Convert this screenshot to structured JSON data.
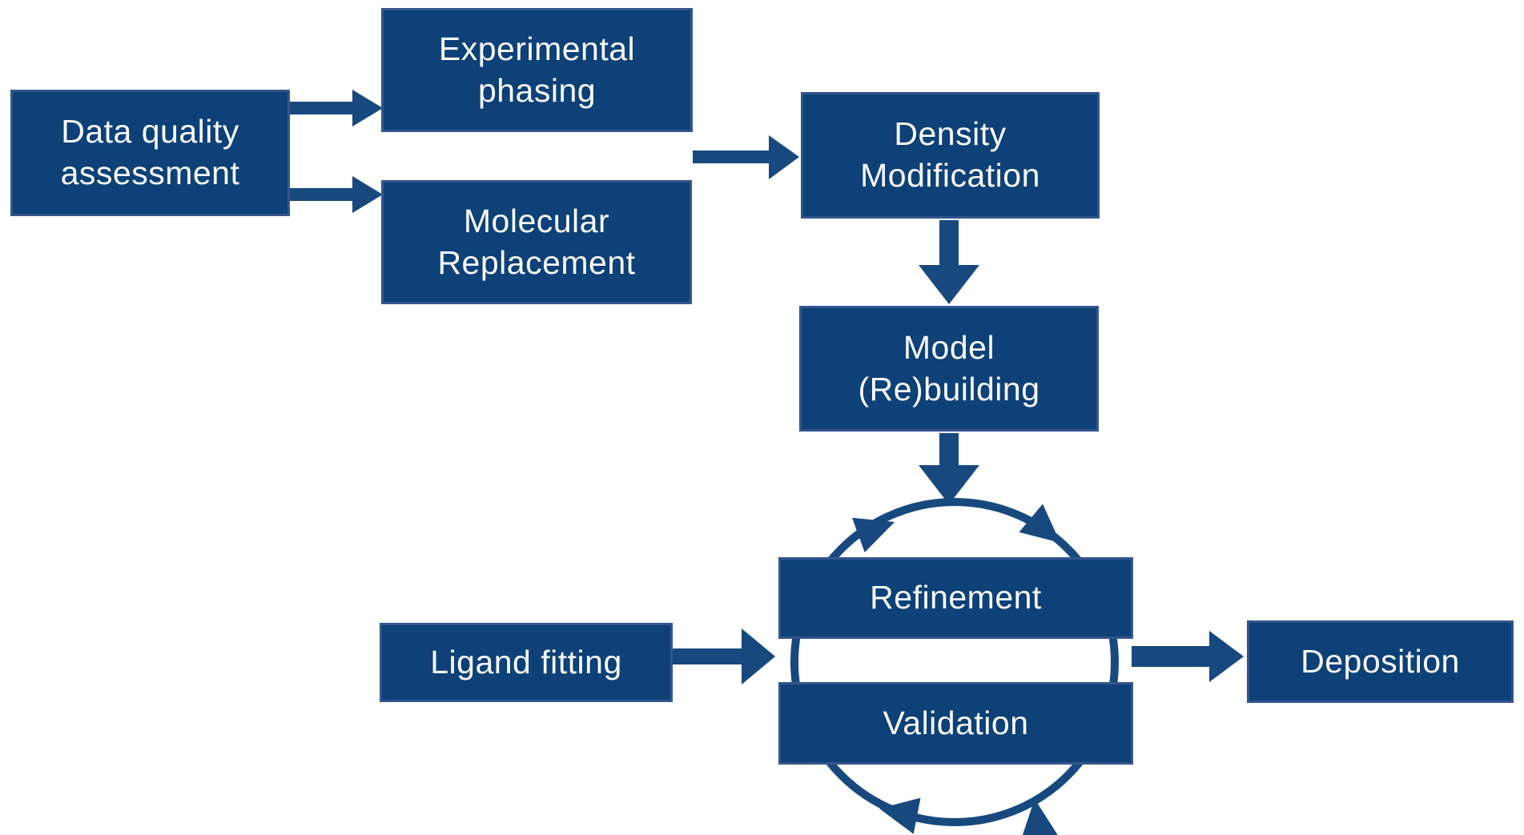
{
  "diagram": {
    "colors": {
      "background": "#ffffff",
      "box_fill": "#0d4177",
      "box_border": "#33568c",
      "arrow": "#17497e",
      "text": "#fafafc"
    },
    "nodes": {
      "data_quality_assessment": {
        "label": "Data quality\nassessment"
      },
      "experimental_phasing": {
        "label": "Experimental\nphasing"
      },
      "molecular_replacement": {
        "label": "Molecular\nReplacement"
      },
      "density_modification": {
        "label": "Density\nModification"
      },
      "model_rebuilding": {
        "label": "Model\n(Re)building"
      },
      "refinement": {
        "label": "Refinement"
      },
      "validation": {
        "label": "Validation"
      },
      "ligand_fitting": {
        "label": "Ligand fitting"
      },
      "deposition": {
        "label": "Deposition"
      }
    },
    "edges": [
      {
        "from": "data_quality_assessment",
        "to": "experimental_phasing"
      },
      {
        "from": "data_quality_assessment",
        "to": "molecular_replacement"
      },
      {
        "from": "experimental_phasing_or_molecular_replacement",
        "to": "density_modification"
      },
      {
        "from": "density_modification",
        "to": "model_rebuilding"
      },
      {
        "from": "model_rebuilding",
        "to": "refinement_validation_cycle"
      },
      {
        "from": "ligand_fitting",
        "to": "refinement_validation_cycle"
      },
      {
        "from": "refinement_validation_cycle",
        "to": "deposition"
      },
      {
        "from": "refinement",
        "to": "validation",
        "type": "cycle"
      }
    ]
  }
}
